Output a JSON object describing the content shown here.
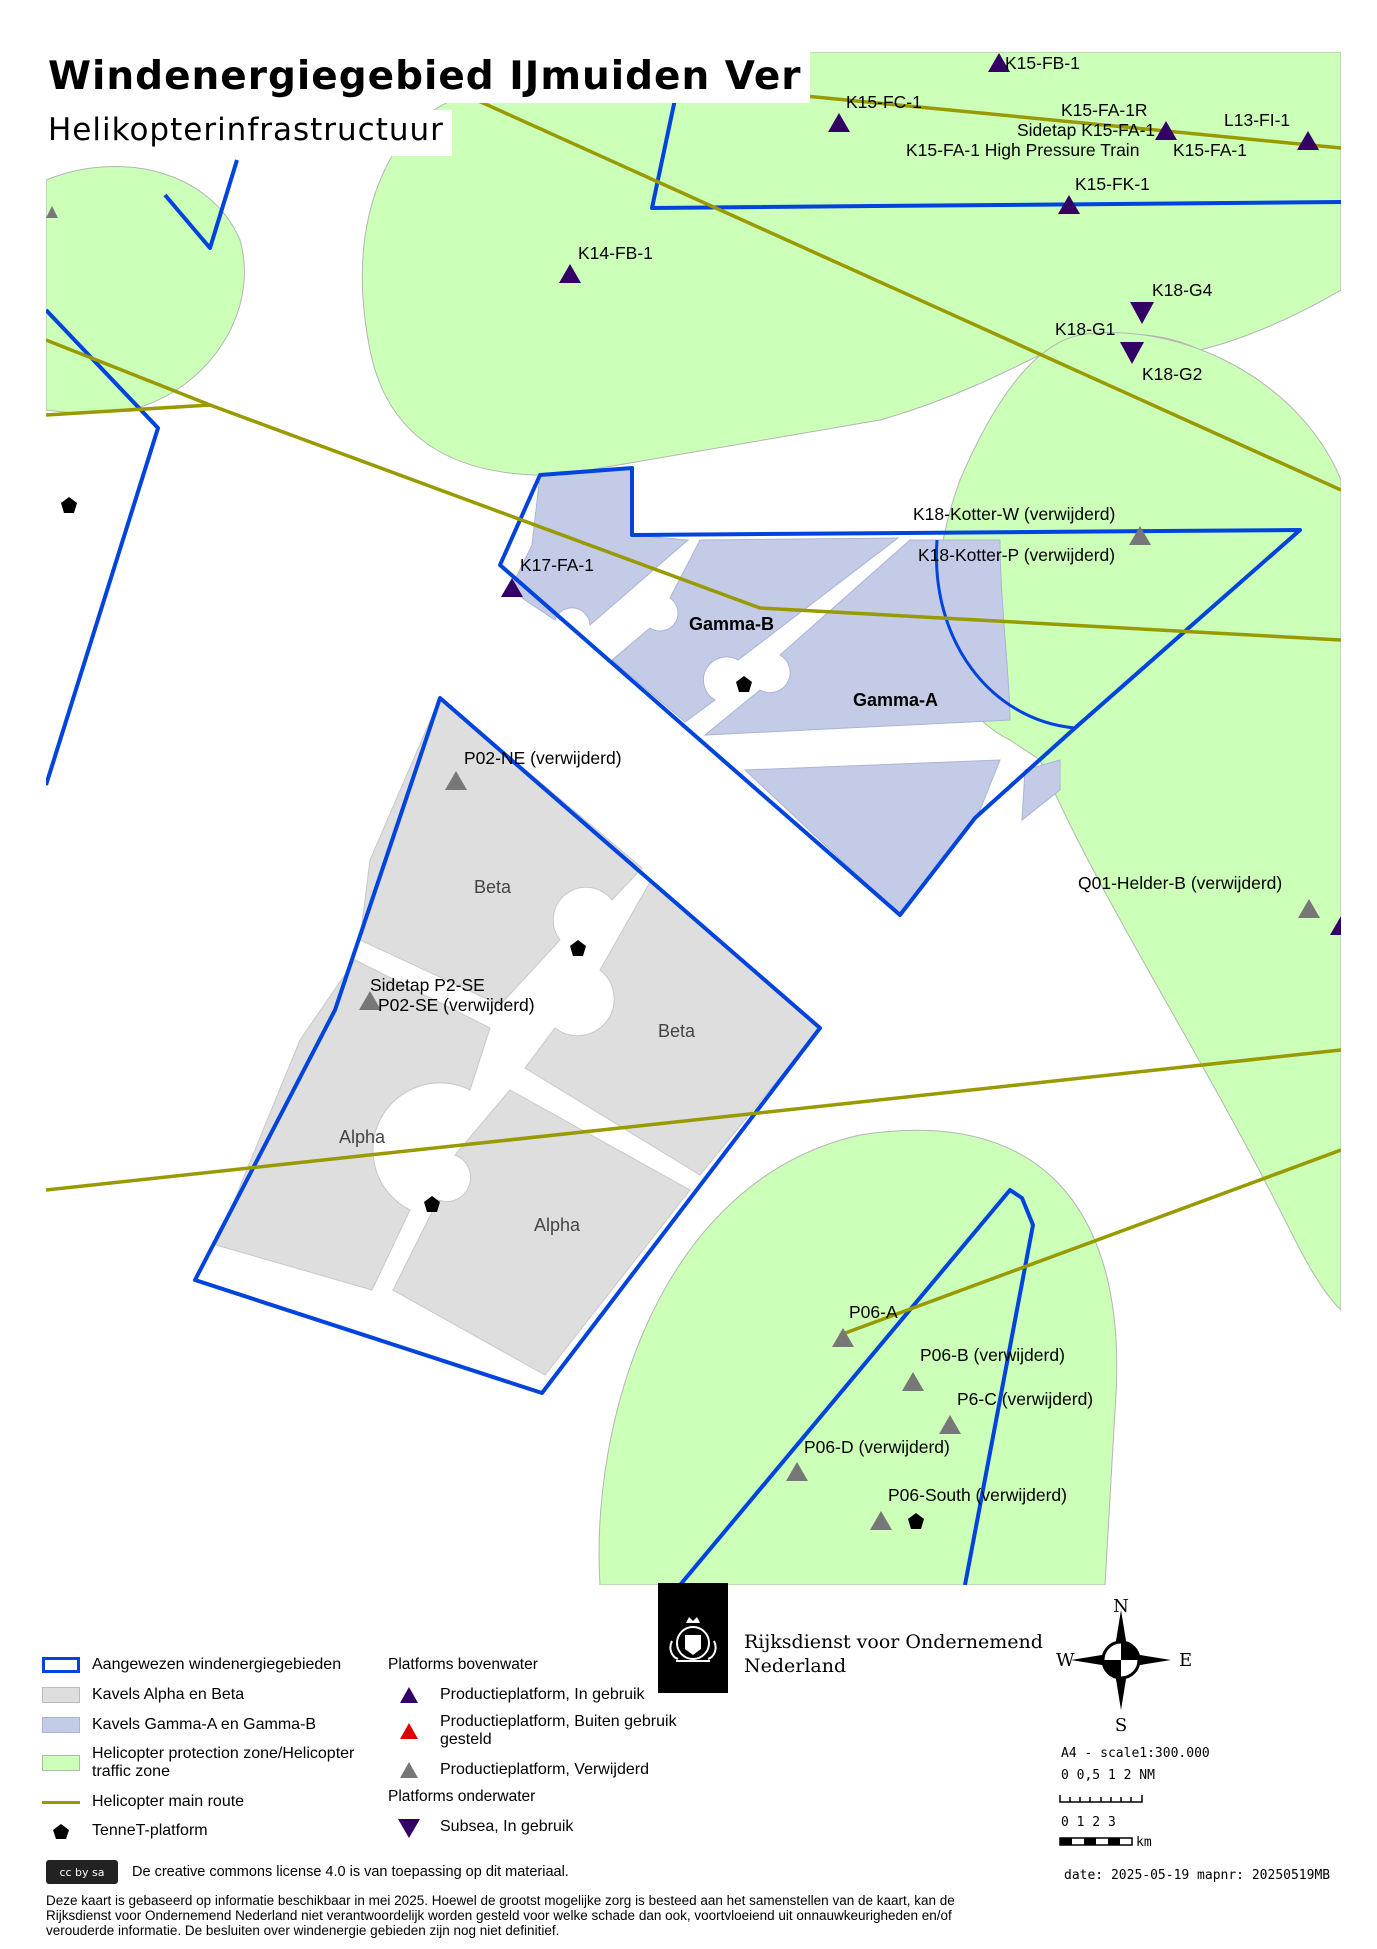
{
  "title": "Windenergiegebied IJmuiden Ver",
  "subtitle": "Helikopterinfrastructuur",
  "map": {
    "areas": {
      "gamma_a": "Gamma-A",
      "gamma_b": "Gamma-B",
      "beta_1": "Beta",
      "beta_2": "Beta",
      "alpha_1": "Alpha",
      "alpha_2": "Alpha"
    },
    "platforms": [
      {
        "name": "K15-FB-1",
        "status": "in-gebruik"
      },
      {
        "name": "K15-FC-1",
        "status": "in-gebruik"
      },
      {
        "name": "K15-FA-1R",
        "status": "in-gebruik"
      },
      {
        "name": "Sidetap K15-FA-1",
        "status": "in-gebruik"
      },
      {
        "name": "K15-FA-1 High Pressure Train",
        "status": "in-gebruik"
      },
      {
        "name": "K15-FA-1",
        "status": "in-gebruik"
      },
      {
        "name": "L13-FI-1",
        "status": "in-gebruik"
      },
      {
        "name": "K15-FK-1",
        "status": "in-gebruik"
      },
      {
        "name": "K14-FB-1",
        "status": "in-gebruik"
      },
      {
        "name": "K18-G4",
        "status": "subsea"
      },
      {
        "name": "K18-G1",
        "status": "subsea"
      },
      {
        "name": "K18-G2",
        "status": "subsea"
      },
      {
        "name": "K17-FA-1",
        "status": "in-gebruik"
      },
      {
        "name": "K18-Kotter-W (verwijderd)",
        "status": "verwijderd"
      },
      {
        "name": "K18-Kotter-P (verwijderd)",
        "status": "verwijderd"
      },
      {
        "name": "P02-NE (verwijderd)",
        "status": "verwijderd"
      },
      {
        "name": "Sidetap P2-SE",
        "status": "verwijderd"
      },
      {
        "name": "P02-SE (verwijderd)",
        "status": "verwijderd"
      },
      {
        "name": "Q01-Helder-B (verwijderd)",
        "status": "verwijderd"
      },
      {
        "name": "P06-A",
        "status": "verwijderd"
      },
      {
        "name": "P06-B (verwijderd)",
        "status": "verwijderd"
      },
      {
        "name": "P6-C (verwijderd)",
        "status": "verwijderd"
      },
      {
        "name": "P06-D (verwijderd)",
        "status": "verwijderd"
      },
      {
        "name": "P06-South (verwijderd)",
        "status": "verwijderd"
      }
    ],
    "colors": {
      "helicopter_zone": "#ccffb8",
      "wind_area_border": "#0044dd",
      "kavels_alpha_beta": "#dedede",
      "kavels_gamma": "#c3cbe6",
      "main_route": "#999900",
      "platform_in_use": "#330066",
      "platform_out_of_use": "#dd0000",
      "platform_removed": "#777777",
      "tennet": "#000000"
    }
  },
  "legend": {
    "items": [
      {
        "label": "Aangewezen windenergiegebieden",
        "icon": "blue-outline-rect"
      },
      {
        "label": "Kavels Alpha en Beta",
        "icon": "grey-rect"
      },
      {
        "label": "Kavels Gamma-A en Gamma-B",
        "icon": "lavender-rect"
      },
      {
        "label": "Helicopter protection zone/Helicopter traffic zone",
        "icon": "green-rect"
      },
      {
        "label": "Helicopter main route",
        "icon": "olive-line"
      },
      {
        "label": "TenneT-platform",
        "icon": "black-pentagon"
      }
    ],
    "heading_above": "Platforms bovenwater",
    "above": [
      {
        "label": "Productieplatform, In gebruik",
        "icon": "purple-triangle"
      },
      {
        "label": "Productieplatform, Buiten gebruik gesteld",
        "icon": "red-triangle"
      },
      {
        "label": "Productieplatform, Verwijderd",
        "icon": "grey-triangle"
      }
    ],
    "heading_under": "Platforms onderwater",
    "under": [
      {
        "label": "Subsea, In gebruik",
        "icon": "purple-down-triangle"
      }
    ]
  },
  "organization": {
    "line1": "Rijksdienst voor Ondernemend",
    "line2": "Nederland"
  },
  "compass": {
    "n": "N",
    "e": "E",
    "s": "S",
    "w": "W"
  },
  "scale": {
    "label": "A4 - scale",
    "ratio": "1:300.000",
    "nm_ticks": "0 0,5 1    2 NM",
    "km_ticks": "0  1  2  3",
    "km_unit": "km"
  },
  "license": "De creative commons license 4.0 is van toepassing op dit materiaal.",
  "cc_badge": "cc by sa",
  "disclaimer": "Deze kaart is gebaseerd op informatie beschikbaar in mei 2025. Hoewel de grootst mogelijke zorg is besteed aan het samenstellen van de kaart, kan de Rijksdienst voor Ondernemend Nederland niet verantwoordelijk worden gesteld voor welke schade dan ook, voortvloeiend uit onnauwkeurigheden en/of verouderde informatie. De besluiten over windenergie gebieden zijn nog niet definitief.",
  "date_line": "date: 2025-05-19 mapnr: 20250519MB"
}
